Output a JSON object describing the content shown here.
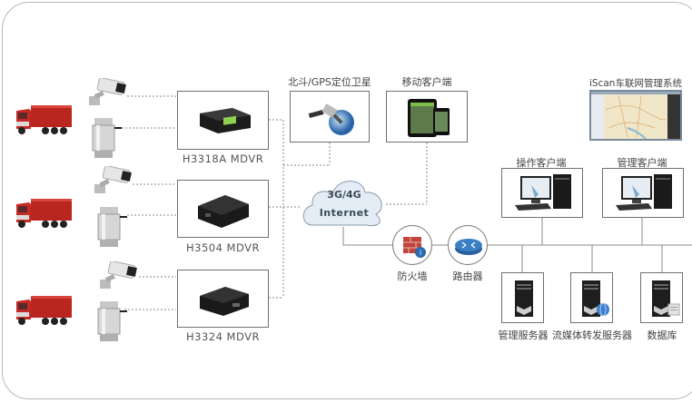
{
  "diagram": {
    "vehicles": [
      {
        "id": "truck-1",
        "dvr_label": "H3318A MDVR",
        "dvr_type": "screen"
      },
      {
        "id": "truck-2",
        "dvr_label": "H3504 MDVR",
        "dvr_type": "compact"
      },
      {
        "id": "truck-3",
        "dvr_label": "H3324 MDVR",
        "dvr_type": "compact"
      }
    ],
    "satellite_label": "北斗/GPS定位卫星",
    "mobile_client_label": "移动客户端",
    "cloud": {
      "line1": "3G/4G",
      "line2": "Internet"
    },
    "firewall_label": "防火墙",
    "router_label": "路由器",
    "iscan_label": "iScan车联网管理系统",
    "operator_client_label": "操作客户端",
    "admin_client_label": "管理客户端",
    "servers": [
      {
        "label": "管理服务器",
        "badge": "none"
      },
      {
        "label": "流媒体转发服务器",
        "badge": "globe"
      },
      {
        "label": "数据库",
        "badge": "database"
      }
    ],
    "colors": {
      "truck_red": "#c62a24",
      "frame_border": "#b9b9b9",
      "box_border": "#707070",
      "cloud_fill": "#e4edf5",
      "cloud_text": "#3a4a5a",
      "firewall_red": "#c0453a",
      "router_blue": "#3a7fc4"
    }
  }
}
